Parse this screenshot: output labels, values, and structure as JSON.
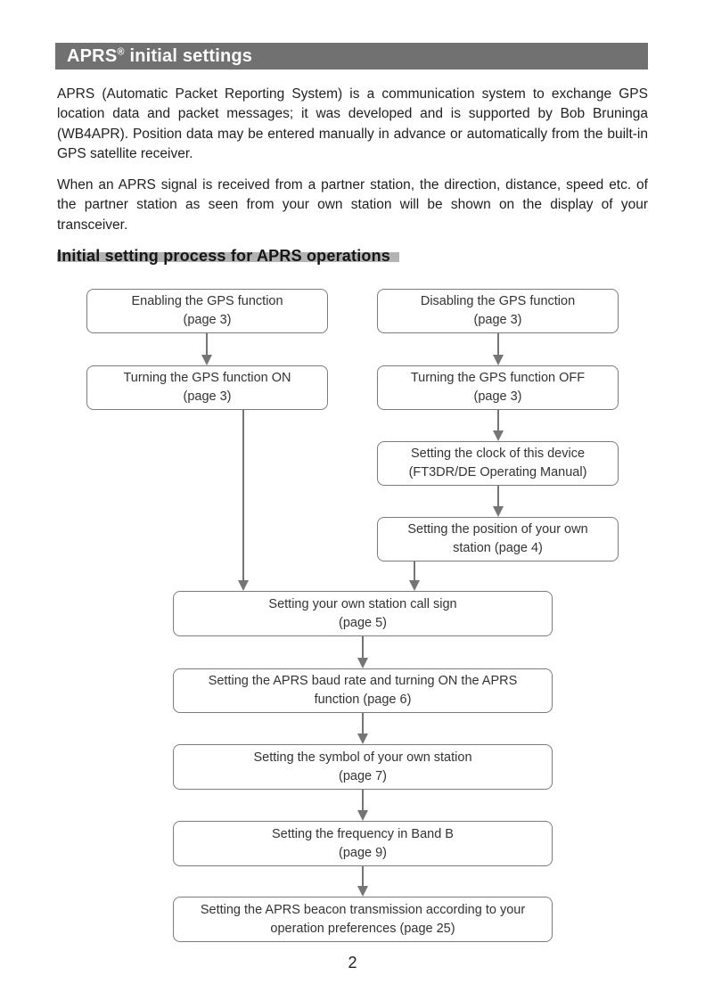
{
  "colors": {
    "header_bar_bg": "#717171",
    "header_bar_text": "#ffffff",
    "heading_highlight": "#b3b3b3",
    "box_border": "#7b7b7b",
    "arrow": "#757575",
    "body_text": "#1f1f1f"
  },
  "header": {
    "brand": "APRS",
    "registered_mark": "®",
    "title_rest": " initial settings"
  },
  "intro_paragraphs": [
    "APRS (Automatic Packet Reporting System) is a communication system to exchange GPS location data and packet messages; it was developed and is supported by Bob Bruninga (WB4APR). Position data may be entered manually in advance or automatically from the built-in GPS satellite receiver.",
    "When an APRS signal is received from a partner station, the direction, distance, speed etc. of the partner station as seen from your own station will be shown on the display of your transceiver."
  ],
  "section": {
    "heading": "Initial setting process for APRS operations"
  },
  "flowchart": {
    "boxes": [
      {
        "name": "enabling-gps",
        "lines": [
          "Enabling the GPS function",
          "(page 3)"
        ]
      },
      {
        "name": "disabling-gps",
        "lines": [
          "Disabling the GPS function",
          "(page 3)"
        ]
      },
      {
        "name": "gps-on",
        "lines": [
          "Turning the GPS function ON",
          "(page 3)"
        ]
      },
      {
        "name": "gps-off",
        "lines": [
          "Turning the GPS function OFF",
          "(page 3)"
        ]
      },
      {
        "name": "set-clock",
        "lines": [
          "Setting the clock of this device",
          "(FT3DR/DE Operating Manual)"
        ]
      },
      {
        "name": "set-position",
        "lines": [
          "Setting the position of your own",
          "station (page 4)"
        ]
      },
      {
        "name": "set-callsign",
        "lines": [
          "Setting your own station call sign",
          "(page 5)"
        ]
      },
      {
        "name": "set-baud-rate",
        "lines": [
          "Setting the APRS baud rate and turning ON the APRS",
          "function (page 6)"
        ]
      },
      {
        "name": "set-symbol",
        "lines": [
          "Setting the symbol of your own station",
          "(page 7)"
        ]
      },
      {
        "name": "set-frequency",
        "lines": [
          "Setting the frequency in Band B",
          "(page 9)"
        ]
      },
      {
        "name": "set-beacon",
        "lines": [
          "Setting the APRS beacon transmission according to your",
          "operation preferences (page 25)"
        ]
      }
    ]
  },
  "footer": {
    "page_number": "2"
  }
}
